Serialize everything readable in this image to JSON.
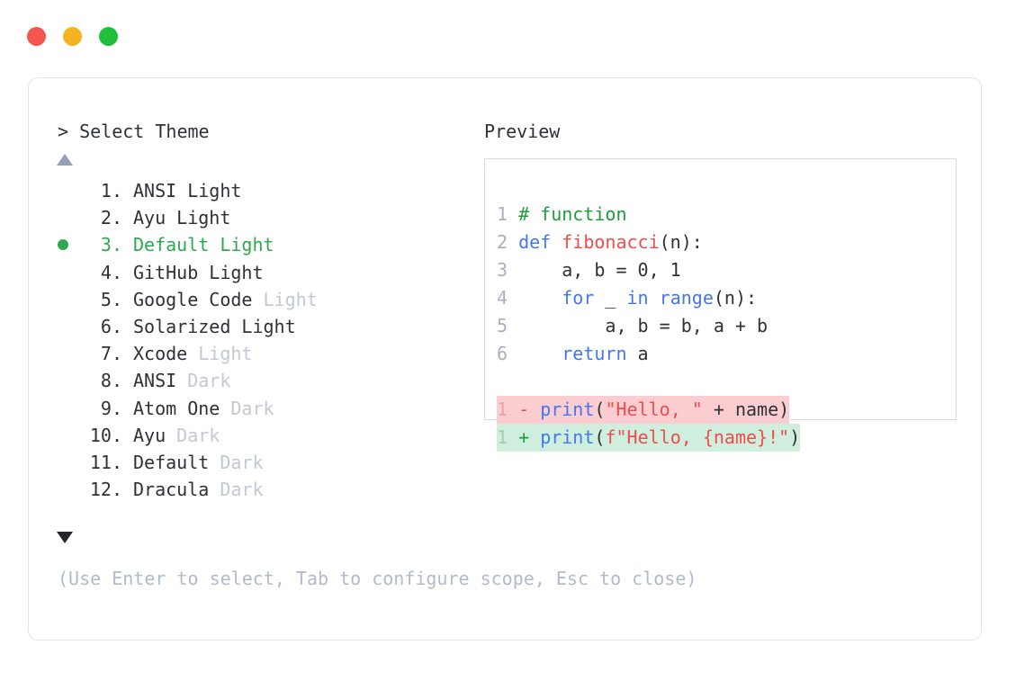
{
  "window": {
    "traffic_lights": [
      {
        "name": "close",
        "color": "#f2564e"
      },
      {
        "name": "minimize",
        "color": "#f5b31f"
      },
      {
        "name": "maximize",
        "color": "#21bf3d"
      }
    ]
  },
  "prompt": {
    "marker": ">",
    "title": "Select Theme",
    "scroll_up": "▲",
    "scroll_down": "▼",
    "selected_index": 3,
    "selected_bullet": "●"
  },
  "themes": [
    {
      "number": "1.",
      "name": "ANSI",
      "variant": "Light",
      "variant_muted": false,
      "selected": false
    },
    {
      "number": "2.",
      "name": "Ayu",
      "variant": "Light",
      "variant_muted": false,
      "selected": false
    },
    {
      "number": "3.",
      "name": "Default",
      "variant": "Light",
      "variant_muted": false,
      "selected": true
    },
    {
      "number": "4.",
      "name": "GitHub",
      "variant": "Light",
      "variant_muted": false,
      "selected": false
    },
    {
      "number": "5.",
      "name": "Google Code",
      "variant": "Light",
      "variant_muted": true,
      "selected": false
    },
    {
      "number": "6.",
      "name": "Solarized",
      "variant": "Light",
      "variant_muted": false,
      "selected": false
    },
    {
      "number": "7.",
      "name": "Xcode",
      "variant": "Light",
      "variant_muted": true,
      "selected": false
    },
    {
      "number": "8.",
      "name": "ANSI",
      "variant": "Dark",
      "variant_muted": true,
      "selected": false
    },
    {
      "number": "9.",
      "name": "Atom One",
      "variant": "Dark",
      "variant_muted": true,
      "selected": false
    },
    {
      "number": "10.",
      "name": "Ayu",
      "variant": "Dark",
      "variant_muted": true,
      "selected": false
    },
    {
      "number": "11.",
      "name": "Default",
      "variant": "Dark",
      "variant_muted": true,
      "selected": false
    },
    {
      "number": "12.",
      "name": "Dracula",
      "variant": "Dark",
      "variant_muted": true,
      "selected": false
    }
  ],
  "preview": {
    "title": "Preview",
    "code_lines": [
      {
        "ln": "1",
        "tokens": [
          {
            "t": "# function",
            "c": "comment"
          }
        ]
      },
      {
        "ln": "2",
        "tokens": [
          {
            "t": "def ",
            "c": "kw"
          },
          {
            "t": "fibonacci",
            "c": "fn"
          },
          {
            "t": "(n):",
            "c": "plain"
          }
        ]
      },
      {
        "ln": "3",
        "tokens": [
          {
            "t": "    a, b = 0, 1",
            "c": "plain"
          }
        ]
      },
      {
        "ln": "4",
        "tokens": [
          {
            "t": "    ",
            "c": "plain"
          },
          {
            "t": "for",
            "c": "kw"
          },
          {
            "t": " _ ",
            "c": "plain"
          },
          {
            "t": "in",
            "c": "kw"
          },
          {
            "t": " ",
            "c": "plain"
          },
          {
            "t": "range",
            "c": "kw"
          },
          {
            "t": "(n):",
            "c": "plain"
          }
        ]
      },
      {
        "ln": "5",
        "tokens": [
          {
            "t": "        a, b = b, a + b",
            "c": "plain"
          }
        ]
      },
      {
        "ln": "6",
        "tokens": [
          {
            "t": "    ",
            "c": "plain"
          },
          {
            "t": "return",
            "c": "kw"
          },
          {
            "t": " a",
            "c": "plain"
          }
        ]
      }
    ],
    "diff_lines": [
      {
        "ln": "1",
        "marker": "-",
        "kind": "del",
        "tokens": [
          {
            "t": "print",
            "c": "kw"
          },
          {
            "t": "(",
            "c": "plain"
          },
          {
            "t": "\"Hello, \"",
            "c": "str"
          },
          {
            "t": " + name)",
            "c": "plain"
          }
        ]
      },
      {
        "ln": "1",
        "marker": "+",
        "kind": "ins",
        "tokens": [
          {
            "t": "print",
            "c": "kw"
          },
          {
            "t": "(",
            "c": "plain"
          },
          {
            "t": "f\"Hello, {name}!\"",
            "c": "str"
          },
          {
            "t": ")",
            "c": "plain"
          }
        ]
      }
    ]
  },
  "help": {
    "text": "(Use Enter to select, Tab to configure scope, Esc to close)"
  },
  "colors": {
    "selected_green": "#2fa84f",
    "muted_gray": "#c3c8d4",
    "keyword_blue": "#4277f2",
    "string_red": "#ef4d4d",
    "comment_green": "#1f9d3a",
    "diff_del_bg": "#fbcdd1",
    "diff_ins_bg": "#cfeedd",
    "panel_border": "#e3e5ec",
    "code_border": "#d9dbe4"
  }
}
